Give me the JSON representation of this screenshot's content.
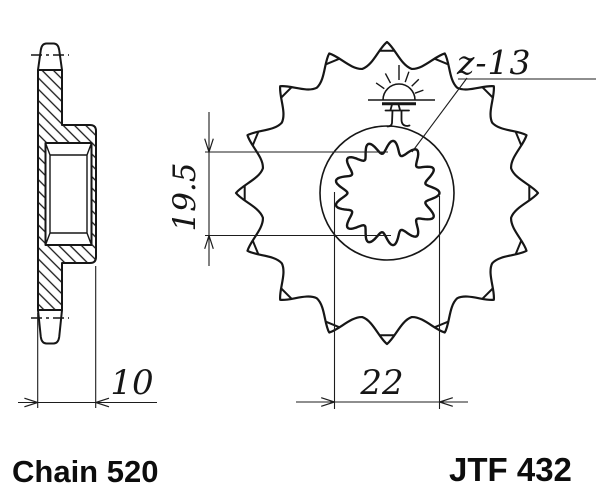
{
  "part": {
    "chain_label": "Chain 520",
    "part_number": "JTF 432"
  },
  "annotations": {
    "teeth_label": "z-13"
  },
  "dimensions": {
    "hub_width": "10",
    "spline_minor_diameter": "19.5",
    "spline_major_diameter": "22"
  },
  "icons": {
    "logo": "rising-sun-jt-logo"
  },
  "colors": {
    "line": "#161616",
    "background": "#ffffff"
  },
  "geometry": {
    "outer_teeth_drawn": 16,
    "spline_teeth_drawn": 13
  }
}
